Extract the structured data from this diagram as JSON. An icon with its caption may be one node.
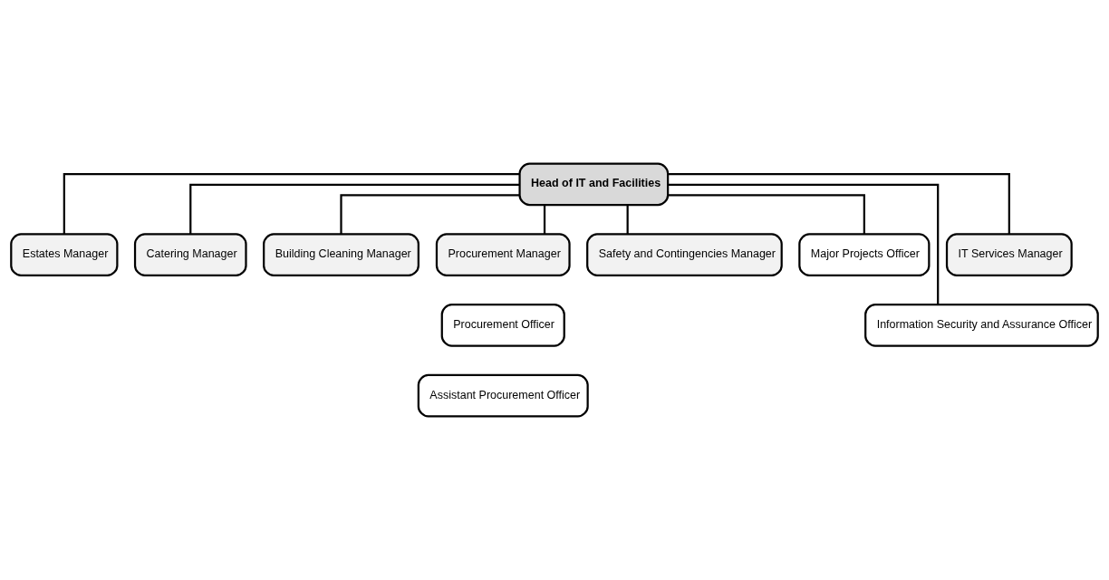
{
  "diagram": {
    "nodes": [
      {
        "text": [
          "Head of IT and Facilities"
        ]
      },
      {
        "text": [
          "Estates Manager"
        ]
      },
      {
        "text": [
          "Catering Manager"
        ]
      },
      {
        "text": [
          "Building Cleaning Manager"
        ]
      },
      {
        "text": [
          "Procurement Manager"
        ]
      },
      {
        "text": [
          "Safety and Contingencies Manager"
        ]
      },
      {
        "text": [
          "Major Projects Officer"
        ]
      },
      {
        "text": [
          "IT Services Manager"
        ]
      },
      {
        "text": [
          "Procurement Officer"
        ]
      },
      {
        "text": [
          "Information Security and Assurance Officer"
        ]
      },
      {
        "text": [
          "Assistant Procurement Officer"
        ]
      }
    ],
    "edges": [
      {
        "from": 0,
        "to": 1,
        "arrow": "none"
      },
      {
        "from": 0,
        "to": 2,
        "arrow": "none"
      },
      {
        "from": 0,
        "to": 3,
        "arrow": "none"
      },
      {
        "from": 0,
        "to": 4,
        "arrow": "none"
      },
      {
        "from": 0,
        "to": 5,
        "arrow": "none"
      },
      {
        "from": 0,
        "to": 6,
        "arrow": "none"
      },
      {
        "from": 0,
        "to": 9,
        "arrow": "none"
      },
      {
        "from": 0,
        "to": 7,
        "arrow": "none"
      }
    ]
  }
}
